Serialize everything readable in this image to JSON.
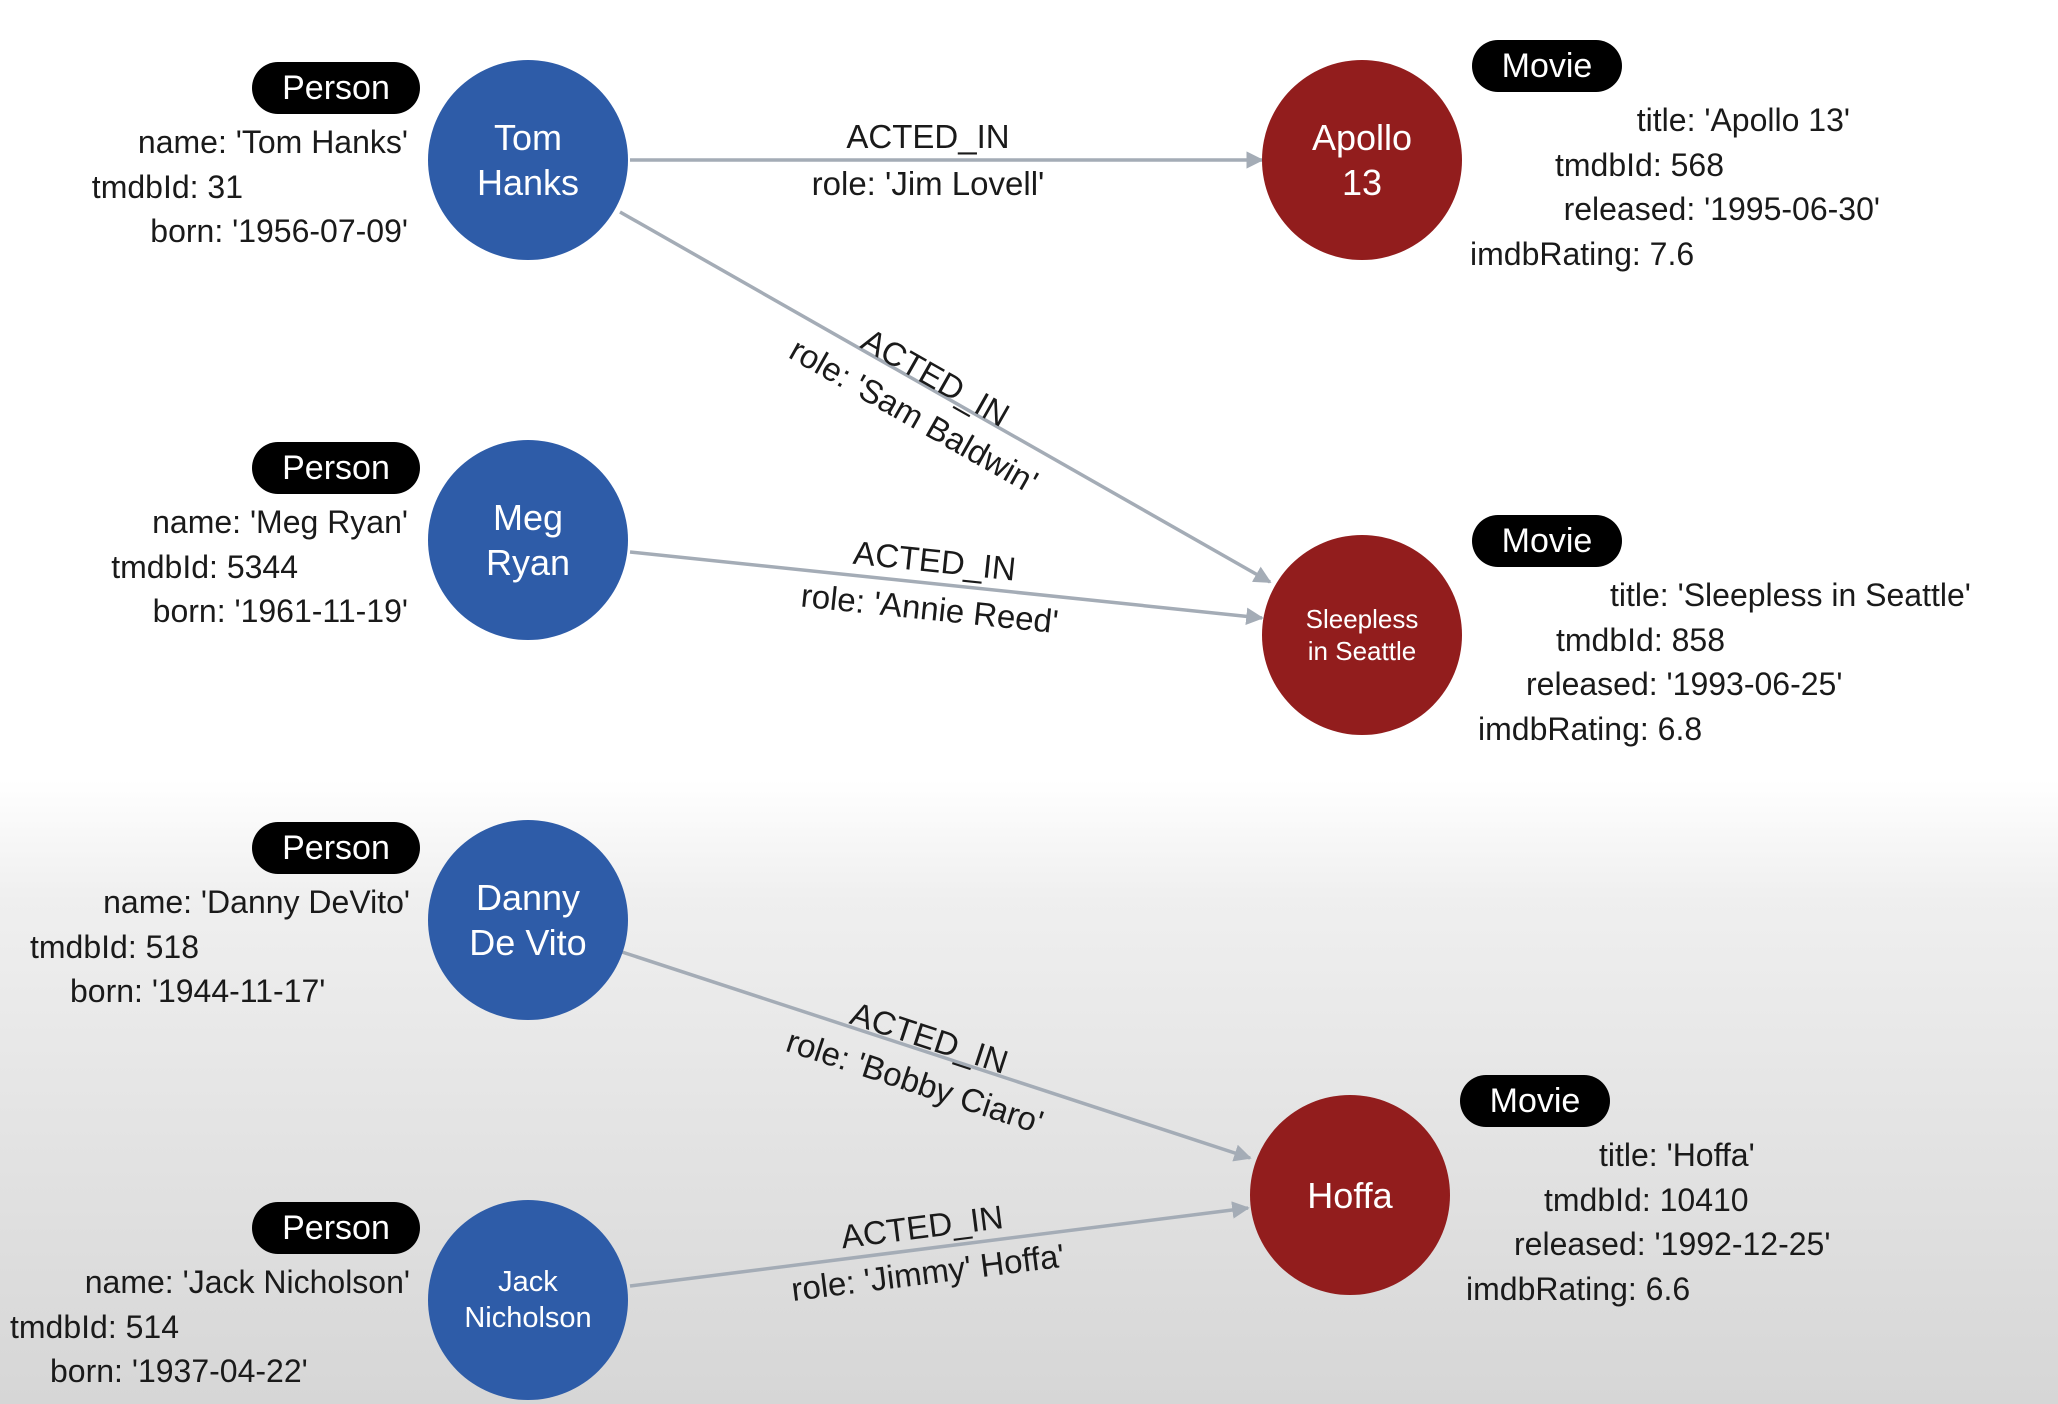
{
  "colors": {
    "person": "#2e5ca8",
    "movie": "#921d1d",
    "edge": "#a4acb6",
    "badge": "#000000"
  },
  "people": [
    {
      "id": "tom",
      "node_label": "Tom\nHanks",
      "badge": "Person",
      "props": [
        "name: 'Tom Hanks'",
        "tmdbId: 31",
        "born: '1956-07-09'"
      ]
    },
    {
      "id": "meg",
      "node_label": "Meg\nRyan",
      "badge": "Person",
      "props": [
        "name: 'Meg Ryan'",
        "tmdbId: 5344",
        "born: '1961-11-19'"
      ]
    },
    {
      "id": "danny",
      "node_label": "Danny\nDe Vito",
      "badge": "Person",
      "props": [
        "name: 'Danny DeVito'",
        "tmdbId: 518",
        "born: '1944-11-17'"
      ]
    },
    {
      "id": "jack",
      "node_label": "Jack\nNicholson",
      "badge": "Person",
      "props": [
        "name: 'Jack Nicholson'",
        "tmdbId: 514",
        "born: '1937-04-22'"
      ]
    }
  ],
  "movies": [
    {
      "id": "apollo",
      "node_label": "Apollo\n13",
      "badge": "Movie",
      "props": [
        "title: 'Apollo 13'",
        "tmdbId: 568",
        "released: '1995-06-30'",
        "imdbRating: 7.6"
      ]
    },
    {
      "id": "sleepless",
      "node_label": "Sleepless\nin Seattle",
      "badge": "Movie",
      "props": [
        "title: 'Sleepless in Seattle'",
        "tmdbId: 858",
        "released: '1993-06-25'",
        "imdbRating: 6.8"
      ]
    },
    {
      "id": "hoffa",
      "node_label": "Hoffa",
      "badge": "Movie",
      "props": [
        "title: 'Hoffa'",
        "tmdbId: 10410",
        "released: '1992-12-25'",
        "imdbRating: 6.6"
      ]
    }
  ],
  "relationships": [
    {
      "from": "tom",
      "to": "apollo",
      "type": "ACTED_IN",
      "role": "role: 'Jim Lovell'"
    },
    {
      "from": "tom",
      "to": "sleepless",
      "type": "ACTED_IN",
      "role": "role: 'Sam Baldwin'"
    },
    {
      "from": "meg",
      "to": "sleepless",
      "type": "ACTED_IN",
      "role": "role: 'Annie Reed'"
    },
    {
      "from": "danny",
      "to": "hoffa",
      "type": "ACTED_IN",
      "role": "role: 'Bobby Ciaro'"
    },
    {
      "from": "jack",
      "to": "hoffa",
      "type": "ACTED_IN",
      "role": "role: 'Jimmy' Hoffa'"
    }
  ]
}
